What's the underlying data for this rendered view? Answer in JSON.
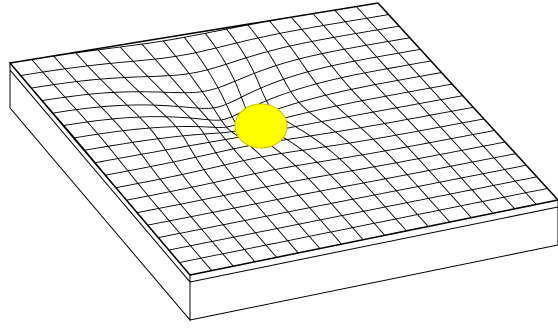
{
  "figure": {
    "grid_columns": 17,
    "grid_rows": 17,
    "well_depth": 0.42,
    "well_width": 0.2,
    "colors": {
      "background": "#ffffff",
      "line": "#000000",
      "slab_top": "#ffffff",
      "slab_side": "#ffffff",
      "mass_fill": "#ffff00",
      "mass_stroke": "#d4c000"
    },
    "icons": {
      "mass": "yellow-circle-mass"
    }
  }
}
